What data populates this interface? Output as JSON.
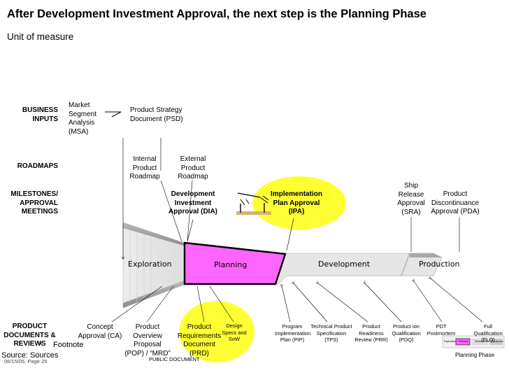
{
  "header": {
    "title": "After Development Investment Approval, the next step is the Planning Phase",
    "subtitle": "Unit of measure"
  },
  "rows": {
    "business_inputs": "BUSINESS INPUTS",
    "roadmaps": "ROADMAPS",
    "milestones": "MILESTONES/ APPROVAL MEETINGS",
    "product_documents": "PRODUCT DOCUMENTS & REVIEWS"
  },
  "business_inputs": {
    "msa": "Market Segment Analysis (MSA)",
    "psd": "Product Strategy Document (PSD)"
  },
  "roadmaps": {
    "internal": "Internal Product Roadmap",
    "external": "External Product Roadmap"
  },
  "milestones": {
    "dia": "Development Investment Approval (DIA)",
    "ipa": "Implementation Plan Approval (IPA)",
    "sra": "Ship Release Approval (SRA)",
    "pda": "Product Discontinuance Approval (PDA)"
  },
  "phases": {
    "exploration": "Exploration",
    "planning": "Planning",
    "development": "Development",
    "production": "Production"
  },
  "documents": {
    "ca": "Concept Approval (CA)",
    "pop": "Product Overview Proposal (POP) / “MRD”",
    "prd": "Product Requirements Document (PRD)",
    "design_specs": "Design Specs and SoW",
    "pip": "Program Implementation Plan (PIP)",
    "tps": "Technical Product Specification (TPS)",
    "prr": "Product Readiness Review (PRR)",
    "pdq": "Product ion Qualification (PDQ)",
    "pdt": "PDT Postmortem",
    "flq": "Full Qualification (FLQ)"
  },
  "footer": {
    "footnote_marker": "*",
    "footnote": "Footnote",
    "source": "Source: Sources",
    "page": "06/15/05, Page 25",
    "public": "PUBLIC DOCUMENT",
    "thumb_caption": "Planning Phase",
    "thumb_phases": [
      "Exploration",
      "Planning",
      "Development",
      "Production"
    ]
  },
  "colors": {
    "highlight_yellow": "#ffff33",
    "planning_magenta": "#ff66ff",
    "phase_gray": "#e6e6e6"
  }
}
